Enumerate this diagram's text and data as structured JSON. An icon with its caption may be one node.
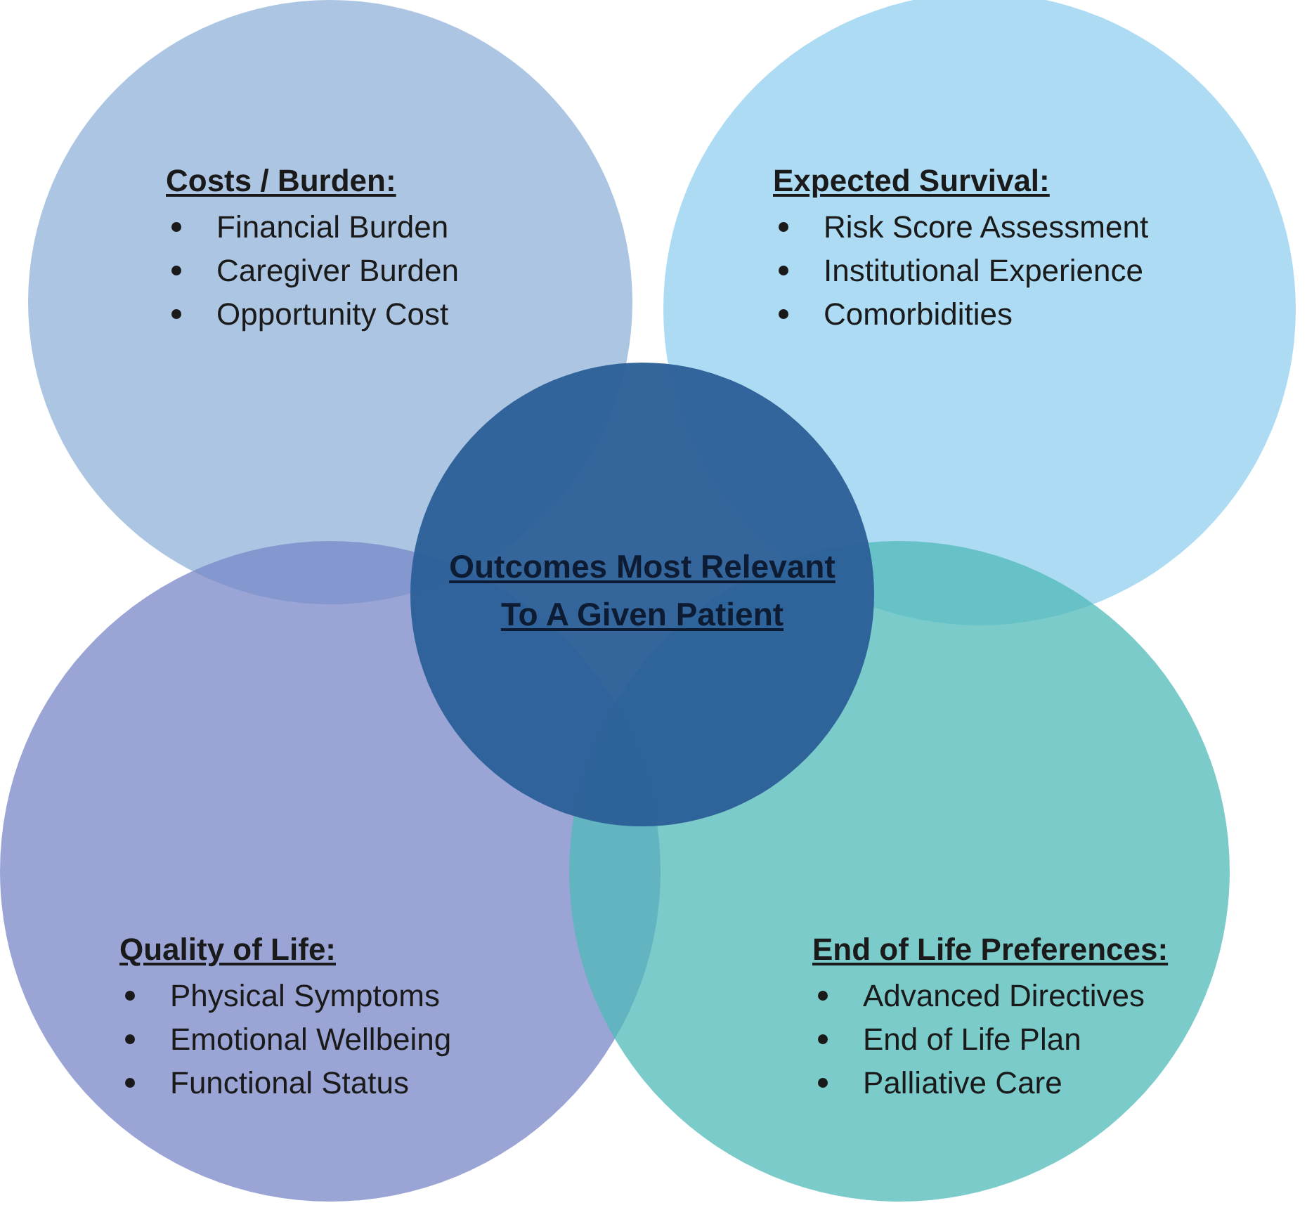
{
  "diagram": {
    "nodes": [
      {
        "text": [
          "Costs / Burden:",
          "Financial Burden",
          "Caregiver Burden",
          "Opportunity Cost"
        ]
      },
      {
        "text": [
          "Expected Survival:",
          "Risk Score Assessment",
          "Institutional Experience",
          "Comorbidities"
        ]
      },
      {
        "text": [
          "Quality of Life:",
          "Physical Symptoms",
          "Emotional Wellbeing",
          "Functional Status"
        ]
      },
      {
        "text": [
          "End of Life Preferences:",
          "Advanced Directives",
          "End of Life Plan",
          "Palliative Care"
        ]
      },
      {
        "text": [
          "Outcomes Most Relevant To A Given Patient"
        ]
      }
    ],
    "edges": []
  }
}
